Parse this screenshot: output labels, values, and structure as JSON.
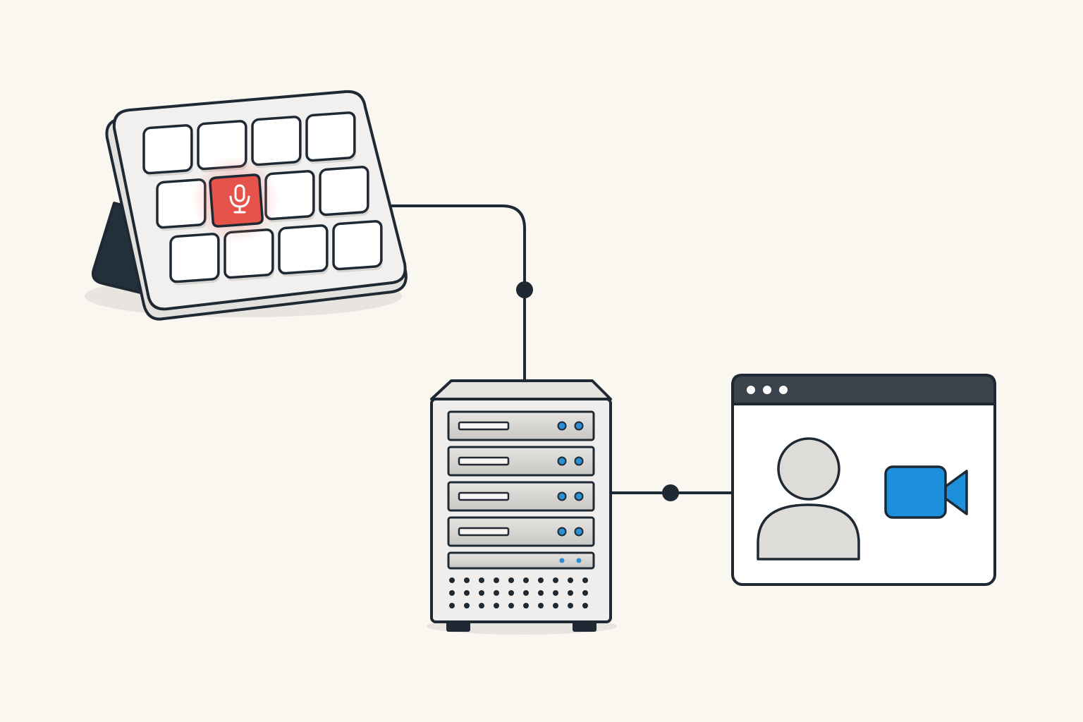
{
  "colors": {
    "background": "#faf7f1",
    "outline": "#1f2933",
    "device_body": "#eeeceb",
    "key_face": "#ffffff",
    "key_active": "#e5534b",
    "key_glow": "#f4a6a0",
    "server_panel": "#d9d7d4",
    "server_light": "#2b8fd6",
    "window_titlebar": "#3b444c",
    "window_body": "#ffffff",
    "avatar_fill": "#dedcd9",
    "camera_fill": "#1e90db"
  },
  "nodes": [
    {
      "id": "control-pad",
      "icon": "stream-deck-keypad-icon",
      "key_rows": 3,
      "key_cols": 4,
      "active_key_icon": "microphone-icon"
    },
    {
      "id": "server",
      "icon": "server-tower-icon",
      "drive_bays": 4
    },
    {
      "id": "video-call-window",
      "icon": "browser-window-icon",
      "content_icons": [
        "user-avatar-icon",
        "video-camera-icon"
      ]
    }
  ],
  "edges": [
    {
      "from": "control-pad",
      "to": "server"
    },
    {
      "from": "server",
      "to": "video-call-window"
    }
  ]
}
